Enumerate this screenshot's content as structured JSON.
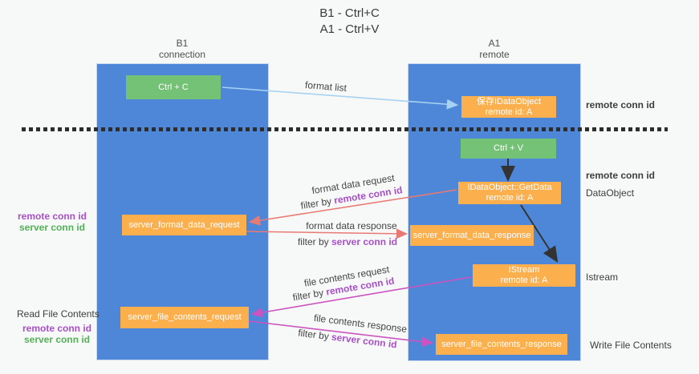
{
  "title": {
    "line1": "B1 - Ctrl+C",
    "line2": "A1 - Ctrl+V"
  },
  "columns": {
    "left": {
      "name": "B1",
      "role": "connection"
    },
    "right": {
      "name": "A1",
      "role": "remote"
    }
  },
  "boxes": {
    "ctrl_c": "Ctrl + C",
    "ctrl_v": "Ctrl + V",
    "save_idataobject": {
      "line1": "保存IDataObject",
      "line2": "remote id: A"
    },
    "getdata": {
      "line1": "IDataObject::GetData",
      "line2": "remote id: A"
    },
    "istream": {
      "line1": "IStream",
      "line2": "remote id: A"
    },
    "server_format_data_request": "server_format_data_request",
    "server_format_data_response": "server_format_data_response",
    "server_file_contents_request": "server_file_contents_request",
    "server_file_contents_response": "server_file_contents_response"
  },
  "arrow_labels": {
    "format_list": "format list",
    "format_data_request": "format data request",
    "format_data_response": "format data response",
    "file_contents_request": "file contents request",
    "file_contents_response": "file contents response",
    "filter_by": "filter by ",
    "remote_conn_id": "remote conn id",
    "server_conn_id": "server conn id"
  },
  "side_labels": {
    "remote_conn_id": "remote conn id",
    "server_conn_id": "server conn id",
    "data_object": "DataObject",
    "istream": "Istream",
    "read_file_contents": "Read File Contents",
    "write_file_contents": "Write File Contents"
  },
  "colors": {
    "lifeline_blue": "#4e86d8",
    "box_orange": "#fbaf4d",
    "box_green": "#74c276",
    "arrow_light_blue": "#a8d2f2",
    "arrow_salmon": "#e87a74",
    "arrow_magenta": "#cc54c0",
    "arrow_black": "#333333",
    "text_purple": "#a750c7",
    "text_green": "#53b156",
    "background": "#f7f8f8"
  }
}
